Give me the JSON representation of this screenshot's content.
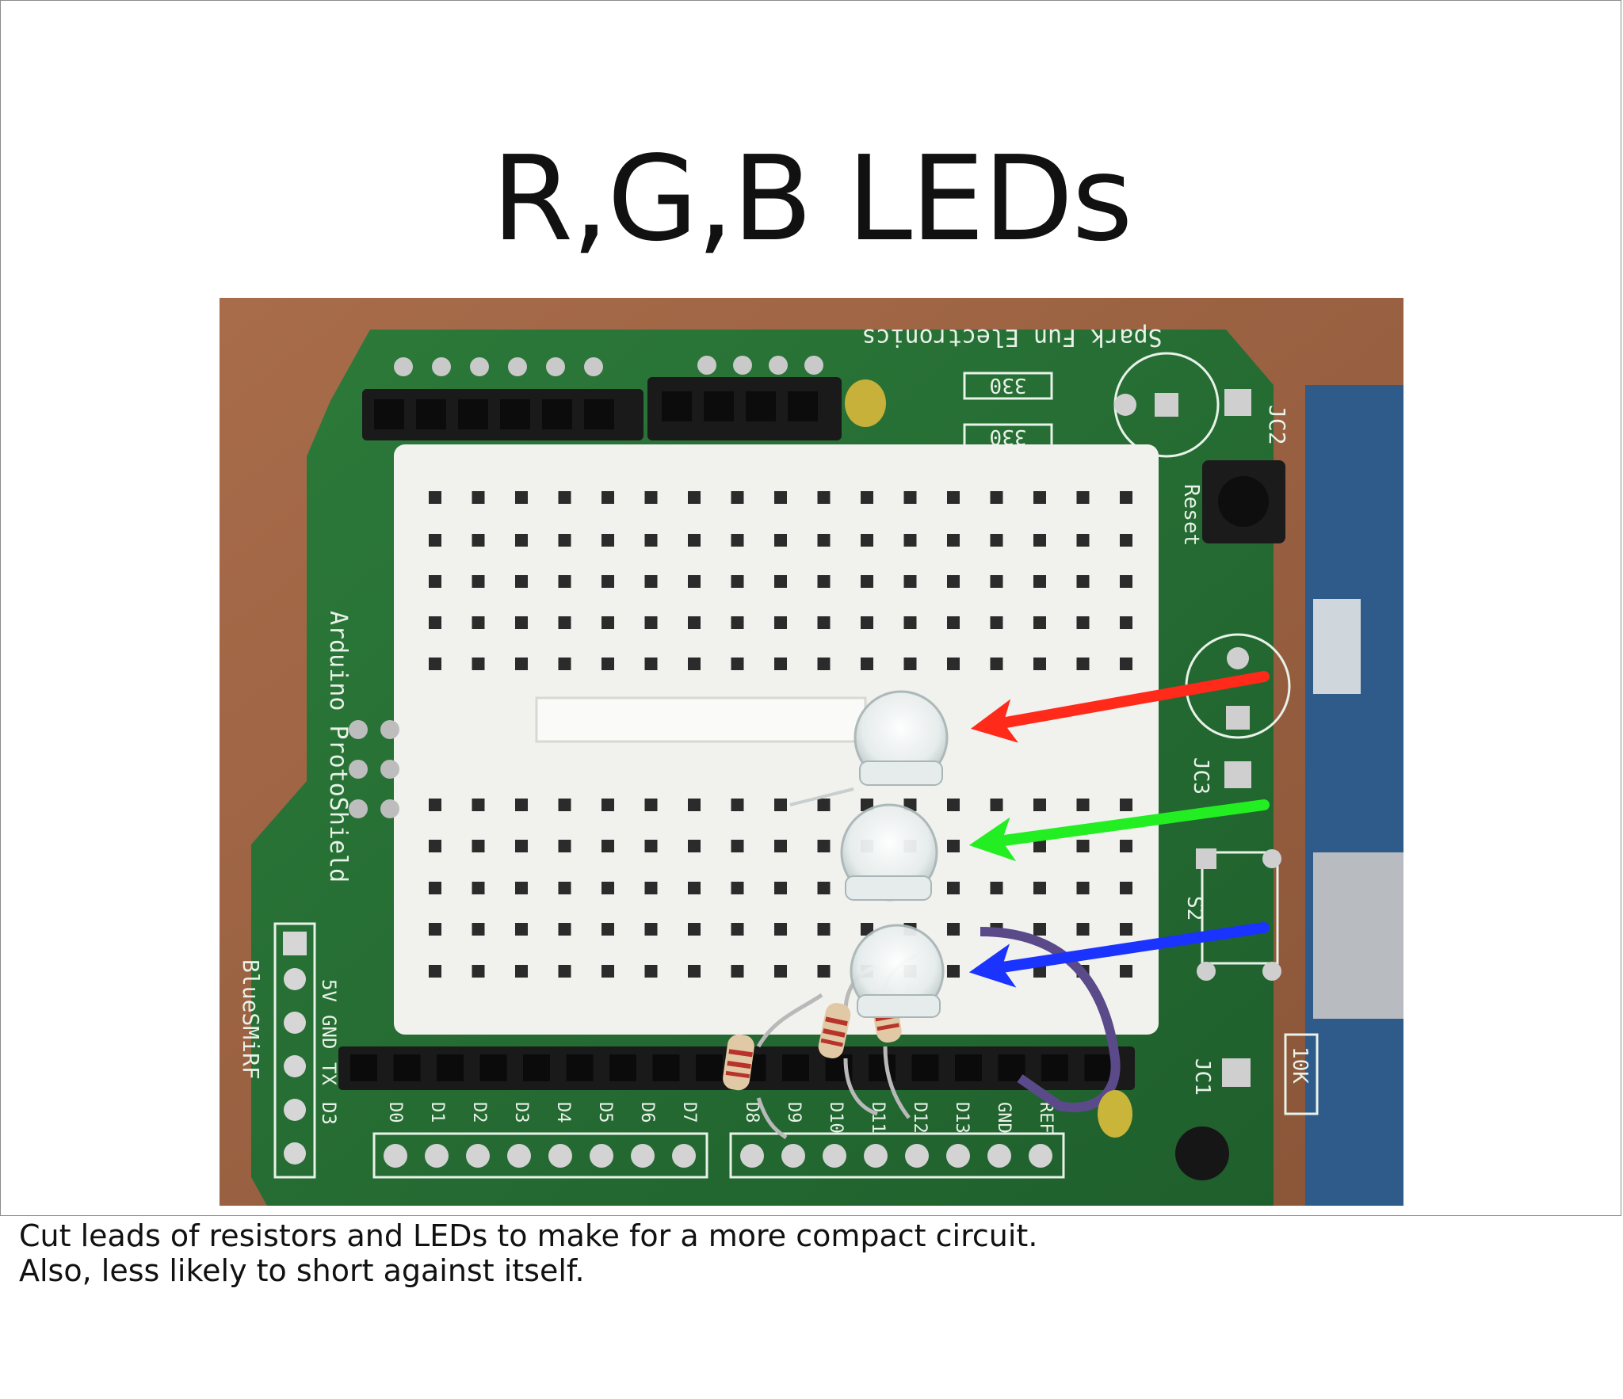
{
  "slide": {
    "title": "R,G,B LEDs"
  },
  "photo": {
    "silkscreen": {
      "brand": "Spark Fun Electronics",
      "board": "Arduino ProtoShield",
      "module": "BlueSMiRF",
      "resistor_1": "330",
      "resistor_2": "330",
      "reset": "Reset",
      "jc2": "JC2",
      "jc3": "JC3",
      "jc1": "JC1",
      "s2": "S2",
      "pot": "10K",
      "pins_left": [
        "D0",
        "D1",
        "D2",
        "D3",
        "D4",
        "D5",
        "D6",
        "D7"
      ],
      "pins_right": [
        "D8",
        "D9",
        "D10",
        "D11",
        "D12",
        "D13",
        "GND",
        "REF"
      ],
      "bt_labels": [
        "5V",
        "GND",
        "TX",
        "D3"
      ]
    },
    "arrows": [
      {
        "color": "#ff2a1a",
        "points_to": "red LED"
      },
      {
        "color": "#22ee22",
        "points_to": "green LED"
      },
      {
        "color": "#1a33ff",
        "points_to": "blue LED"
      }
    ]
  },
  "notes": {
    "line1": "Cut leads of resistors and LEDs to make for a more compact circuit.",
    "line2": "Also, less likely to short against itself."
  }
}
